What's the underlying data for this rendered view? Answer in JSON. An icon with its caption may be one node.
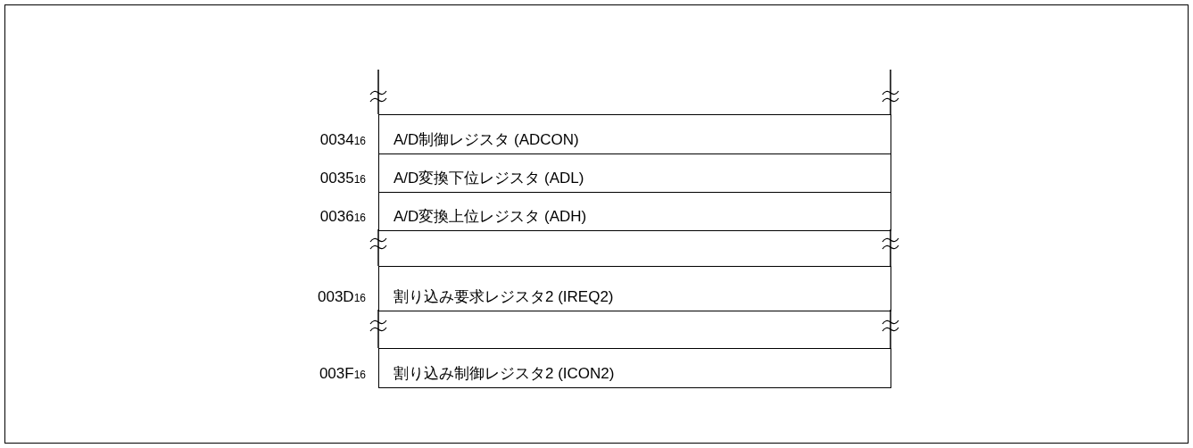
{
  "diagram": {
    "nodes": [
      {
        "text": [
          "A/D制御レジスタ (ADCON)"
        ],
        "beside": [
          "0034$_{16}$"
        ]
      },
      {
        "text": [
          "A/D変換下位レジスタ (ADL)"
        ],
        "beside": [
          "0035$_{16}$"
        ]
      },
      {
        "text": [
          "A/D変換上位レジスタ (ADH)"
        ],
        "beside": [
          "0036$_{16}$"
        ]
      },
      {
        "text": [
          "割り込み要求レジスタ2 (IREQ2)"
        ],
        "beside": [
          "003D$_{16}$"
        ]
      },
      {
        "text": [
          "割り込み制御レジスタ2 (ICON2)"
        ],
        "beside": [
          "003F$_{16}$"
        ]
      }
    ]
  }
}
